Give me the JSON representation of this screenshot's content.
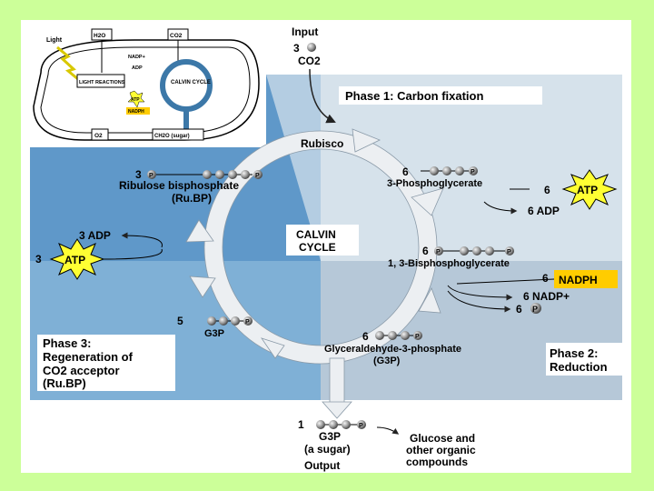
{
  "colors": {
    "background": "#ccff99",
    "panel_left_top": "#5f98c9",
    "panel_left_bottom": "#7fb0d6",
    "panel_right_top": "#cfdde8",
    "panel_right_bottom": "#b6c8d8",
    "cycle_arrow": "#eceff2",
    "atp_star": "#ffff33",
    "nadph_box": "#ffcc00"
  },
  "inset": {
    "light": "Light",
    "h2o": "H2O",
    "co2": "CO2",
    "nadp": "NADP+",
    "adp": "ADP",
    "light_reactions": "LIGHT REACTIONS",
    "calvin_cycle": "CALVIN CYCLE",
    "atp": "ATP",
    "nadph": "NADPH",
    "o2": "O2",
    "sugar": "CH2O (sugar)"
  },
  "input": {
    "title": "Input",
    "count": "3",
    "molecule": "CO2"
  },
  "phase1": "Phase 1: Carbon fixation",
  "rubisco": "Rubisco",
  "rubp": {
    "count": "3",
    "name": "Ribulose bisphosphate",
    "abbr": "(Ru.BP)"
  },
  "pga": {
    "count": "6",
    "name": "3-Phosphoglycerate"
  },
  "atp_right": {
    "count": "6",
    "label": "ATP",
    "adp": "6 ADP"
  },
  "center": {
    "line1": "CALVIN",
    "line2": "CYCLE"
  },
  "atp_left": {
    "count": "3",
    "label": "ATP",
    "adp": "3 ADP"
  },
  "bpg": {
    "count": "6",
    "name": "1, 3-Bisphosphoglycerate"
  },
  "nadph": {
    "count": "6",
    "label": "NADPH",
    "nadp": "6 NADP+",
    "pi": "6"
  },
  "g3p_regen": {
    "count": "5",
    "name": "G3P"
  },
  "g3p_cycle": {
    "count": "6",
    "name": "Glyceraldehyde-3-phosphate",
    "abbr": "(G3P)"
  },
  "phase3": {
    "line1": "Phase 3:",
    "line2": "Regeneration of",
    "line3": "CO2 acceptor",
    "line4": "(Ru.BP)"
  },
  "phase2": {
    "line1": "Phase 2:",
    "line2": "Reduction"
  },
  "output": {
    "count": "1",
    "name": "G3P",
    "sub": "(a sugar)",
    "title": "Output"
  },
  "products": {
    "line1": "Glucose and",
    "line2": "other organic",
    "line3": "compounds"
  },
  "p_symbol": "P",
  "pi_symbol": "P"
}
